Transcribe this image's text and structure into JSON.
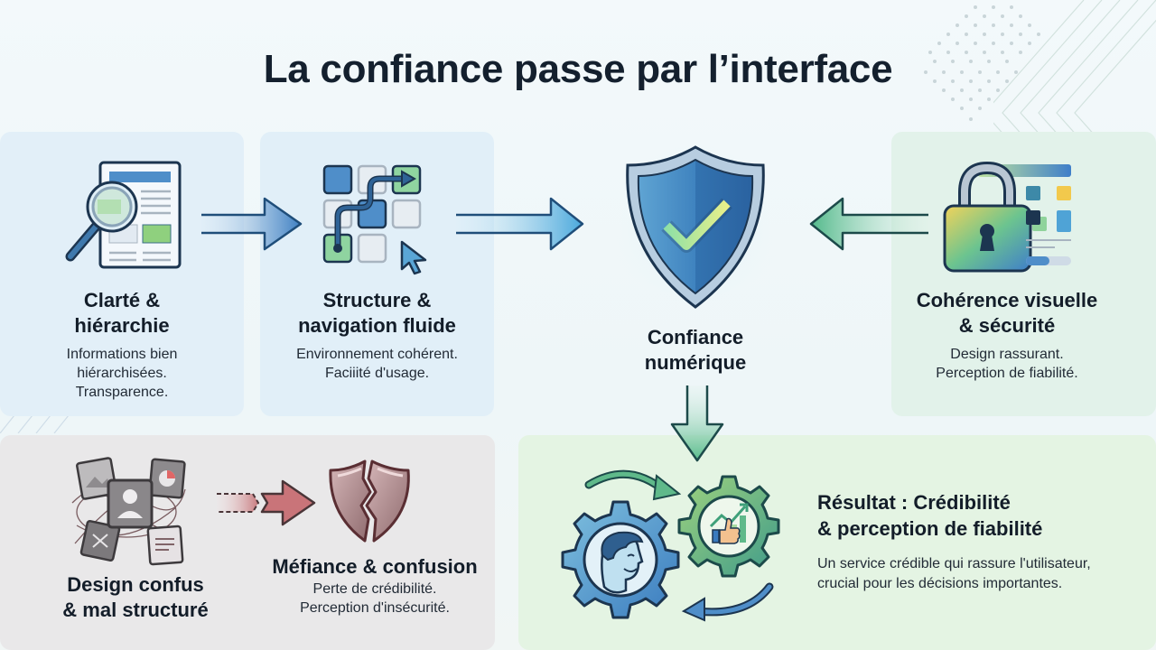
{
  "title": "La confiance passe par l’interface",
  "cards": {
    "clarity": {
      "heading_line1": "Clarté &",
      "heading_line2": "hiérarchie",
      "desc_line1": "Informations bien",
      "desc_line2": "hiérarchisées.",
      "desc_line3": "Transparence.",
      "icon": "document-magnifier-icon"
    },
    "structure": {
      "heading_line1": "Structure &",
      "heading_line2": "navigation fluide",
      "desc_line1": "Environnement cohérent.",
      "desc_line2": "Faciiité d'usage.",
      "icon": "grid-path-cursor-icon"
    },
    "center": {
      "heading_line1": "Confiance",
      "heading_line2": "numérique",
      "icon": "shield-check-icon"
    },
    "coherence": {
      "heading_line1": "Cohérence visuelle",
      "heading_line2": "& sécurité",
      "desc_line1": "Design rassurant.",
      "desc_line2": "Perception de fiabilité.",
      "icon": "padlock-ui-icon"
    },
    "bad_design": {
      "heading_line1": "Design confus",
      "heading_line2": "& mal structuré",
      "icon": "chaotic-cards-icon"
    },
    "distrust": {
      "heading": "Méfiance & confusion",
      "desc_line1": "Perte de crédibilité.",
      "desc_line2": "Perception d'insécurité.",
      "icon": "broken-shield-icon"
    },
    "result": {
      "heading_line1": "Résultat : Crédibilité",
      "heading_line2": "& perception de fiabilité",
      "desc_line1": "Un service crédible qui rassure l'utilisateur,",
      "desc_line2": "crucial pour les décisions importantes.",
      "icon": "gears-user-growth-icon"
    }
  },
  "colors": {
    "blue_dark": "#1f4e7a",
    "blue": "#3a7fc4",
    "green": "#5fbf8c",
    "red": "#b85a5e",
    "text": "#131d29"
  }
}
